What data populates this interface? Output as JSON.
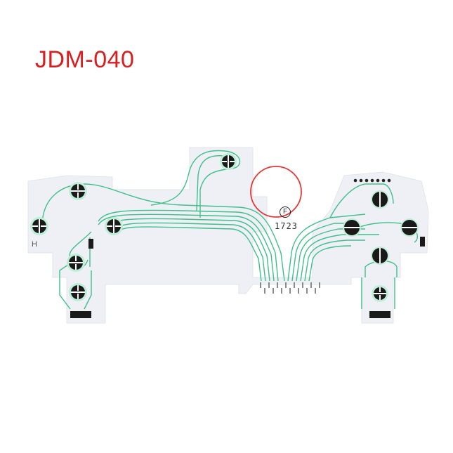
{
  "product": {
    "model_label": "JDM-040",
    "label_color": "#d81e1e",
    "board_print_code": "1723",
    "board_mark_left": "H",
    "board_mark_circle": "F"
  },
  "colors": {
    "film": "#eef0f5",
    "trace": "#3fbf8a",
    "trace_fill": "#bdeed6",
    "pad": "#1a1a1a",
    "highlight_circle": "#e23a3a"
  }
}
